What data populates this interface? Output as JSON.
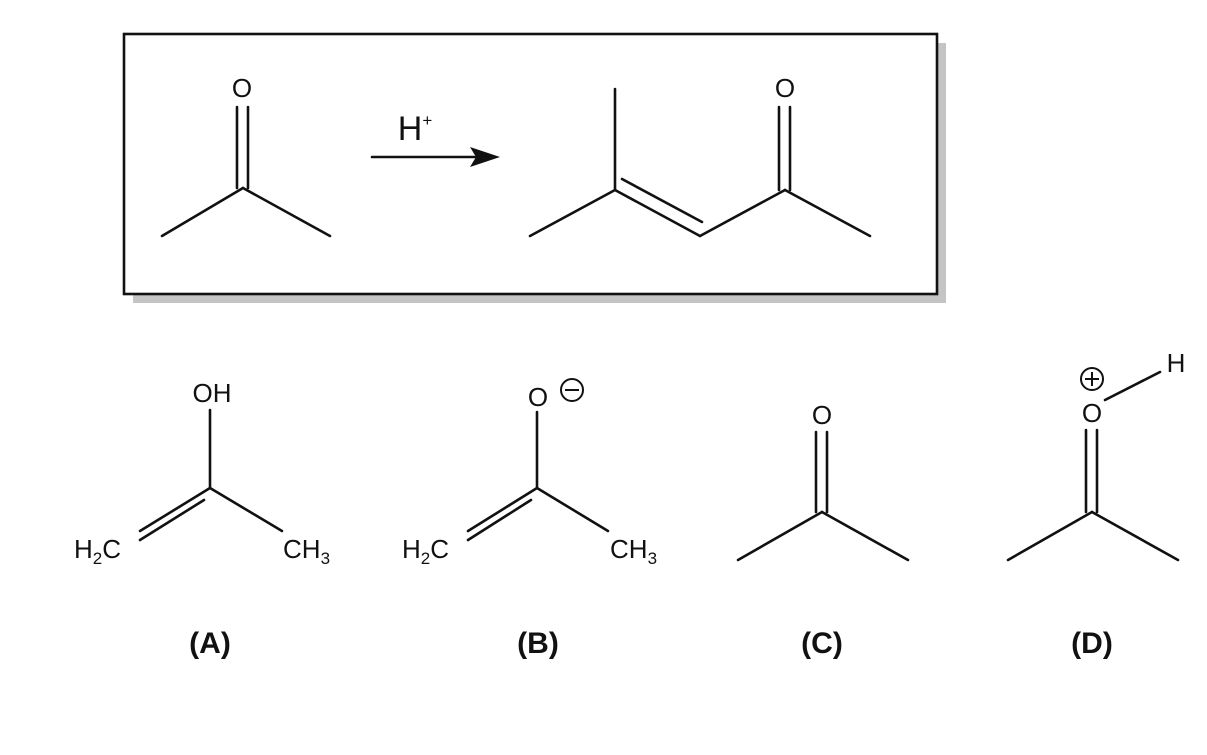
{
  "reaction": {
    "reactant_oxygen": "O",
    "reagent_base": "H",
    "reagent_charge": "+",
    "product_oxygen": "O"
  },
  "options": [
    {
      "label": "(A)",
      "groups": {
        "top": "OH",
        "left_base": "H",
        "left_sub": "2",
        "left_tail": "C",
        "right_base": "CH",
        "right_sub": "3"
      }
    },
    {
      "label": "(B)",
      "groups": {
        "top": "O",
        "left_base": "H",
        "left_sub": "2",
        "left_tail": "C",
        "right_base": "CH",
        "right_sub": "3"
      }
    },
    {
      "label": "(C)",
      "groups": {
        "top": "O"
      }
    },
    {
      "label": "(D)",
      "groups": {
        "top": "O",
        "side": "H"
      }
    }
  ]
}
